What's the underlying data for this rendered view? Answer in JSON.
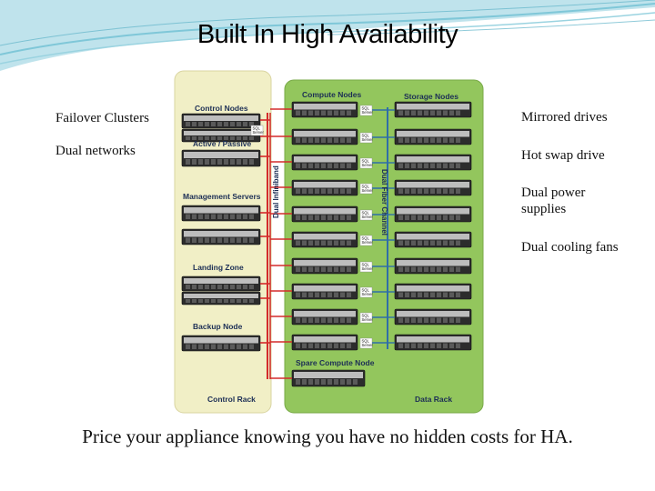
{
  "title": "Built In High Availability",
  "left_features": [
    "Failover Clusters",
    "Dual networks"
  ],
  "right_features": [
    "Mirrored drives",
    "Hot swap drive",
    "Dual power supplies",
    "Dual cooling fans"
  ],
  "footer": "Price your appliance knowing you have no hidden costs for HA.",
  "diagram": {
    "control_rack": {
      "label": "Control Rack",
      "control_nodes": "Control Nodes",
      "active_passive": "Active / Passive",
      "management_servers": "Management Servers",
      "landing_zone": "Landing Zone",
      "backup_node": "Backup Node",
      "sql_label": "SQL Server"
    },
    "data_rack": {
      "label": "Data Rack",
      "compute_nodes": "Compute Nodes",
      "storage_nodes": "Storage Nodes",
      "spare_compute_node": "Spare Compute Node",
      "sql_label": "SQL Server"
    },
    "dual_infiniband": "Dual Infiniband",
    "dual_fiber_channel": "Dual Fiber Channel",
    "colors": {
      "control_rack_bg": "#f1efc6",
      "data_rack_bg": "#93c65d",
      "infiniband": "#d42b2b",
      "fiber_channel": "#2f6fa8",
      "title_swoosh": "#7fc7d8"
    }
  }
}
